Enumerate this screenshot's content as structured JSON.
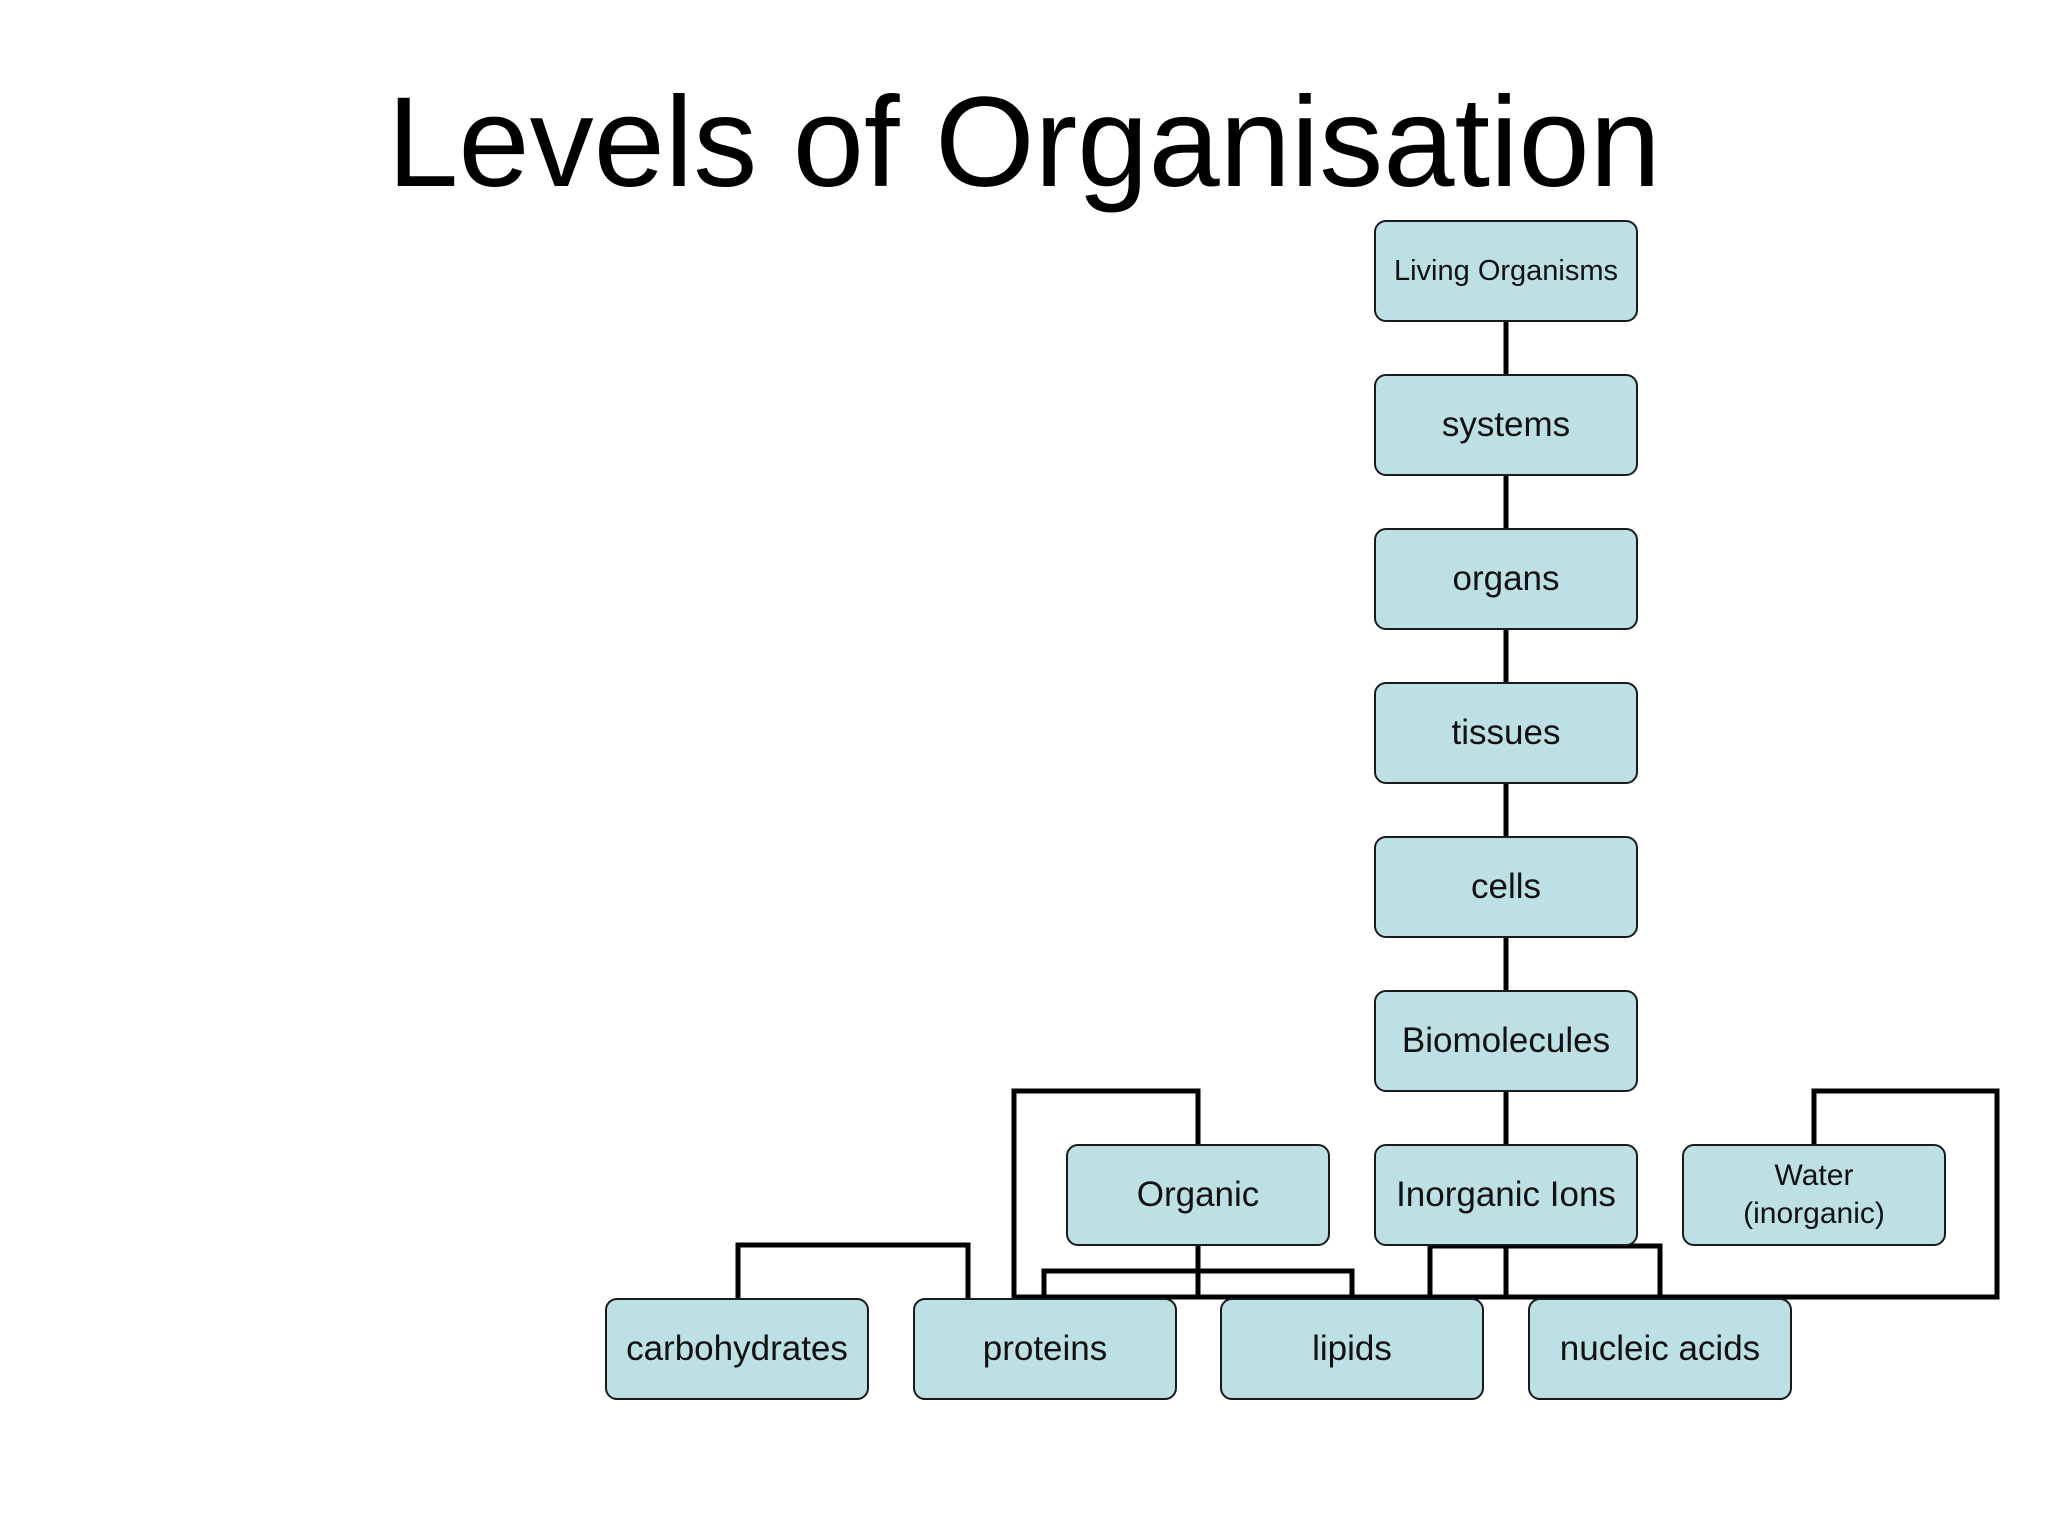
{
  "slide": {
    "title": "Levels of Organisation"
  },
  "colors": {
    "node_fill": "#bde0e4",
    "node_border": "#1a1a1a",
    "connector": "#000000"
  },
  "nodes": {
    "living_organisms": "Living Organisms",
    "systems": "systems",
    "organs": "organs",
    "tissues": "tissues",
    "cells": "cells",
    "biomolecules": "Biomolecules",
    "organic": "Organic",
    "inorganic_ions": "Inorganic Ions",
    "water": "Water\n(inorganic)",
    "carbohydrates": "carbohydrates",
    "proteins": "proteins",
    "lipids": "lipids",
    "nucleic_acids": "nucleic acids"
  }
}
